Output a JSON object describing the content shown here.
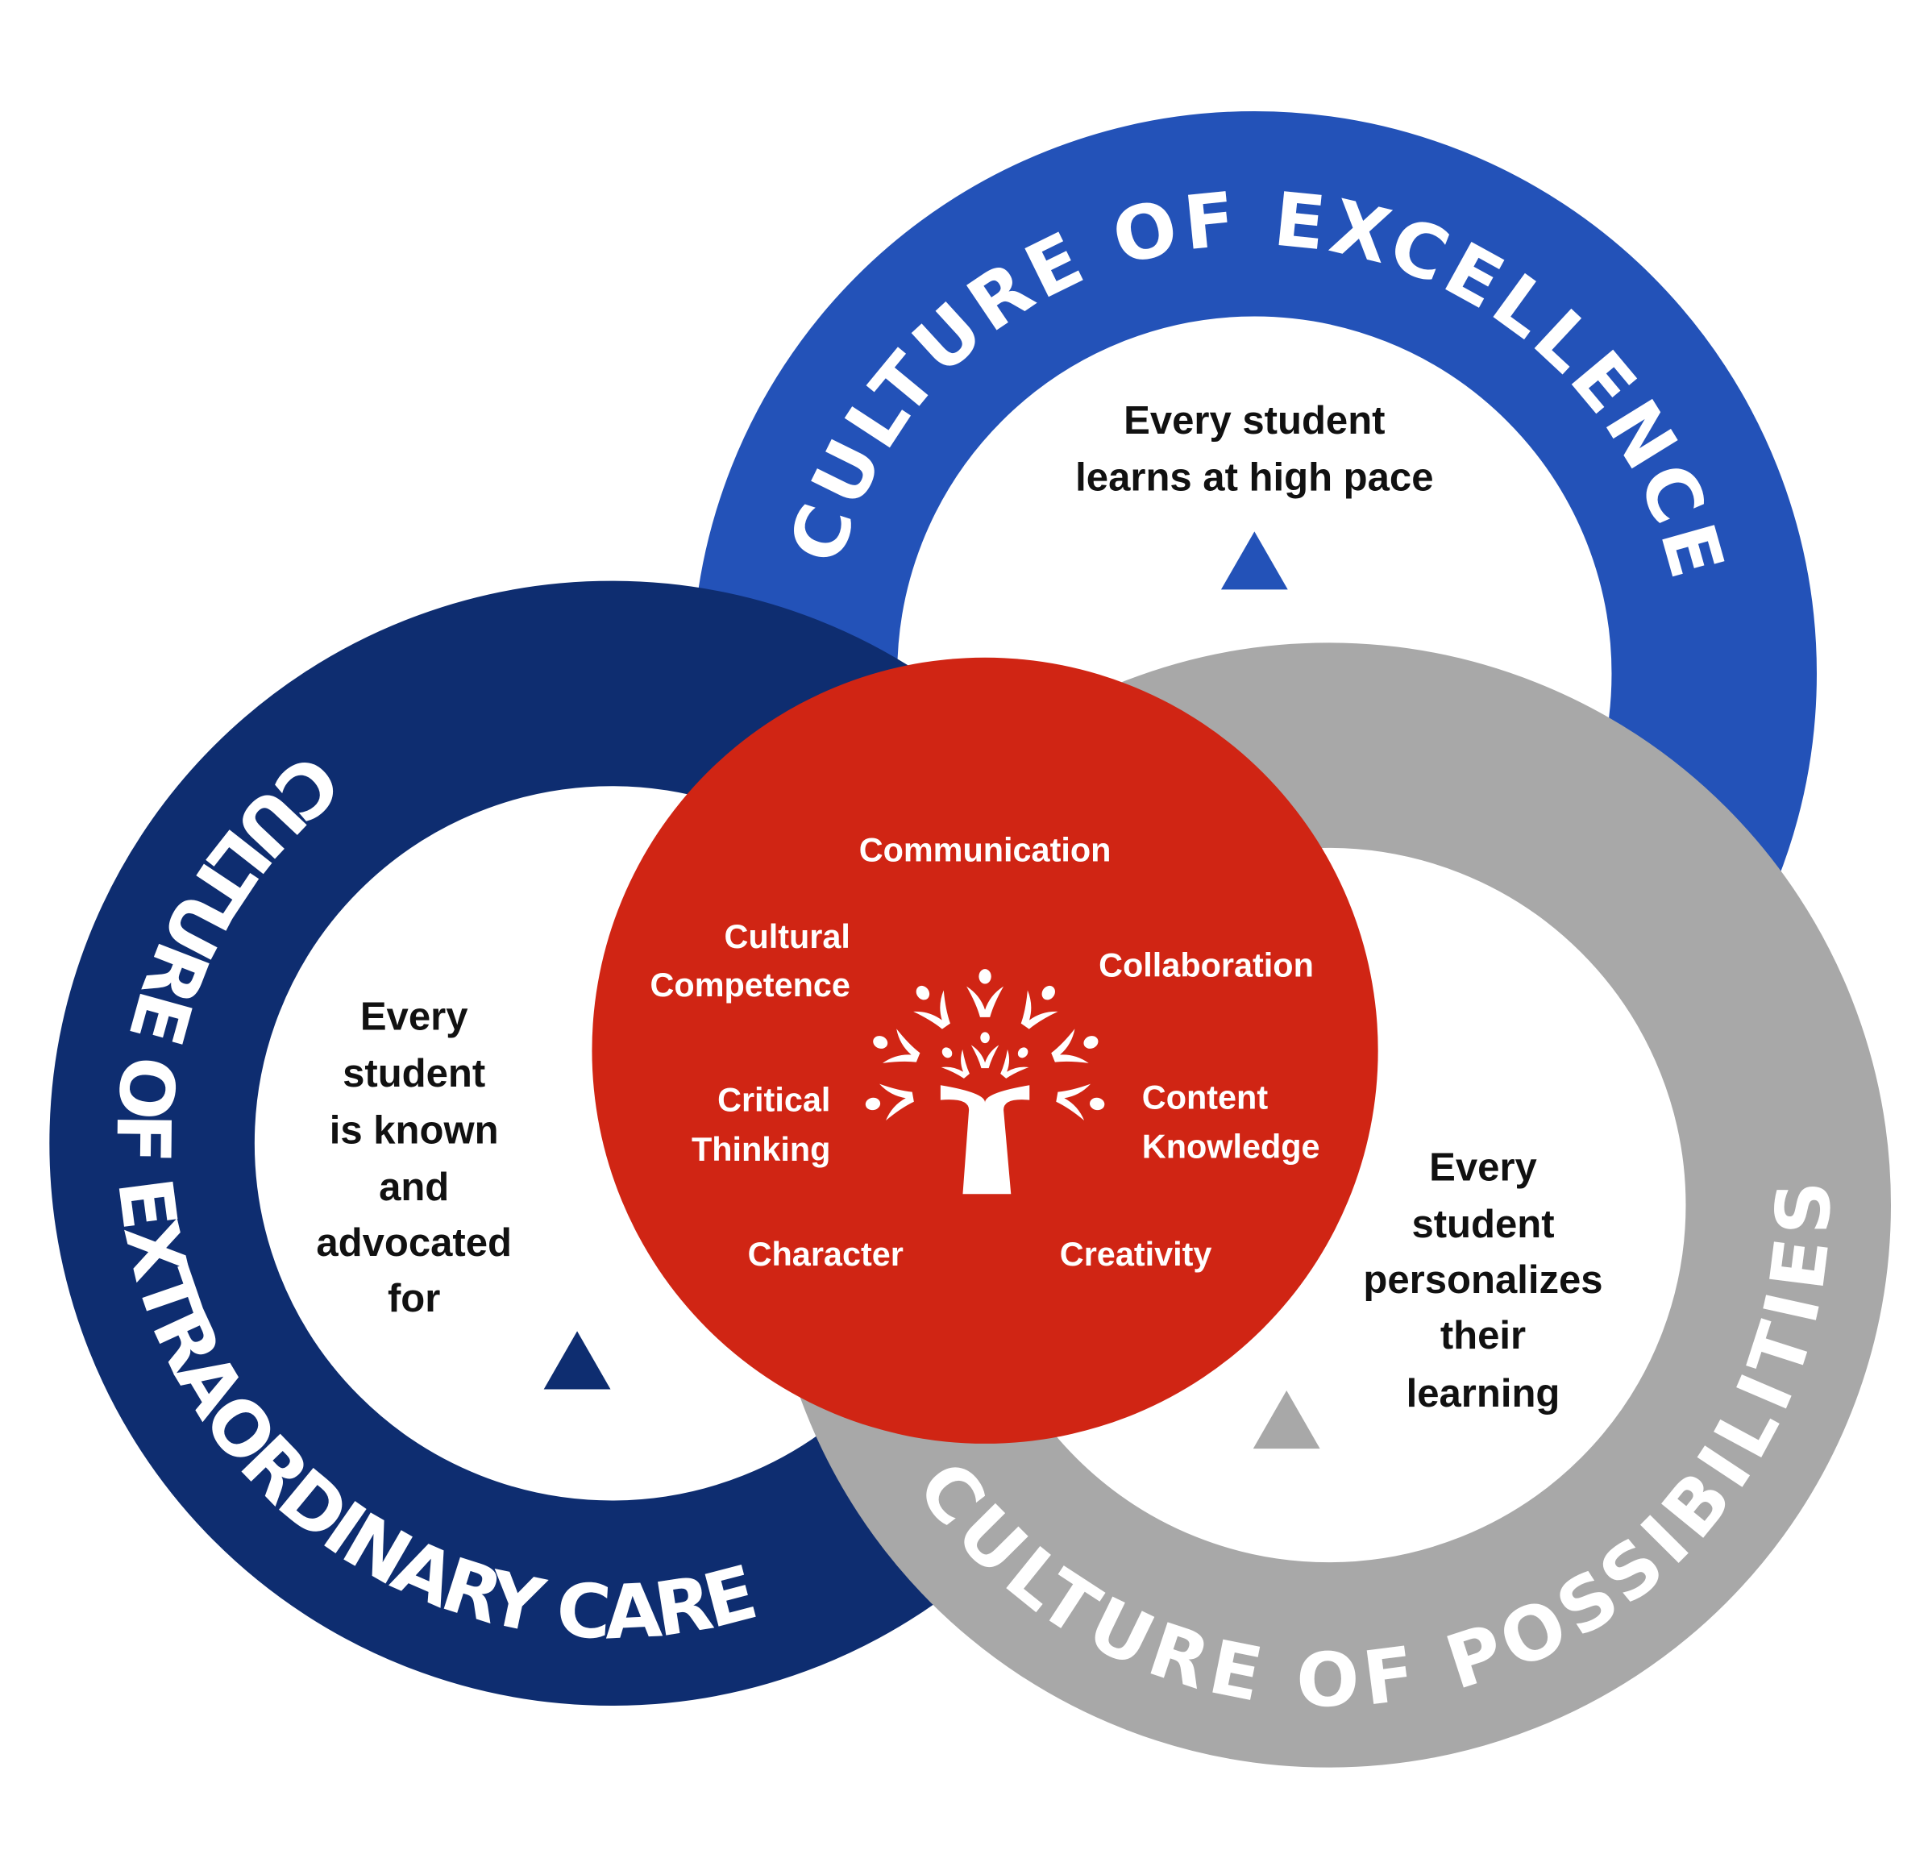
{
  "colors": {
    "excellence": "#2352b8",
    "care": "#0e2d70",
    "possibilities": "#a8a8a8",
    "core": "#d02514"
  },
  "rings": {
    "excellence": {
      "title": "CULTURE OF EXCELLENCE",
      "lines": [
        "Every student",
        "learns at high pace"
      ]
    },
    "care": {
      "title": "CULTURE OF EXTRAORDINARY CARE",
      "lines": [
        "Every",
        "student",
        "is known",
        "and",
        "advocated",
        "for"
      ]
    },
    "possibilities": {
      "title": "CULTURE OF POSSIBILITIES",
      "lines": [
        "Every",
        "student",
        "personalizes",
        "their",
        "learning"
      ]
    }
  },
  "core": {
    "icon": "tree-of-people-icon",
    "skills": {
      "communication": "Communication",
      "cultural_competence": [
        "Cultural",
        "Competence"
      ],
      "collaboration": "Collaboration",
      "critical_thinking": [
        "Critical",
        "Thinking"
      ],
      "content_knowledge": [
        "Content",
        "Knowledge"
      ],
      "character": "Character",
      "creativity": "Creativity"
    }
  }
}
